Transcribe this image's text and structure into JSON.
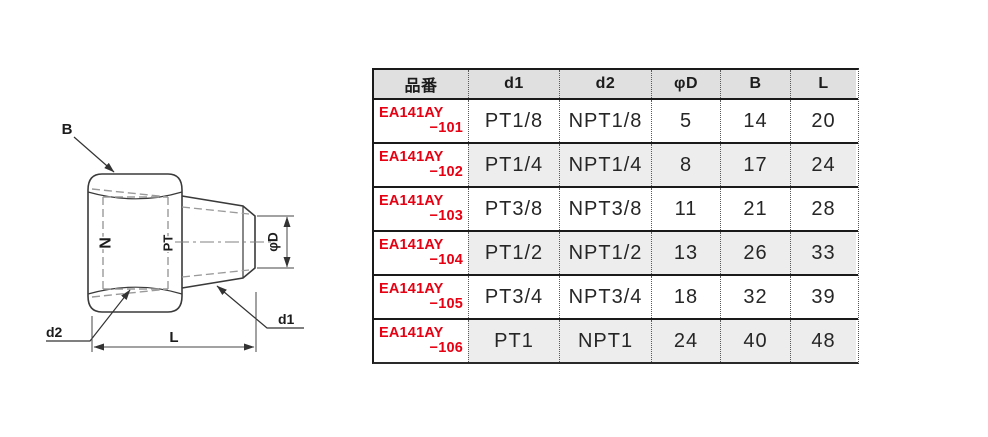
{
  "diagram": {
    "callout_b": "B",
    "marking_n": "N",
    "marking_pt": "PT",
    "dim_phi_d": "φD",
    "callout_d2": "d2",
    "callout_d1": "d1",
    "dim_l": "L"
  },
  "table": {
    "headers": [
      "品番",
      "d1",
      "d2",
      "φD",
      "B",
      "L"
    ],
    "rows": [
      {
        "part1": "EA141AY",
        "part2": "−101",
        "d1": "PT1/8",
        "d2": "NPT1/8",
        "phiD": "5",
        "b": "14",
        "l": "20"
      },
      {
        "part1": "EA141AY",
        "part2": "−102",
        "d1": "PT1/4",
        "d2": "NPT1/4",
        "phiD": "8",
        "b": "17",
        "l": "24"
      },
      {
        "part1": "EA141AY",
        "part2": "−103",
        "d1": "PT3/8",
        "d2": "NPT3/8",
        "phiD": "11",
        "b": "21",
        "l": "28"
      },
      {
        "part1": "EA141AY",
        "part2": "−104",
        "d1": "PT1/2",
        "d2": "NPT1/2",
        "phiD": "13",
        "b": "26",
        "l": "33"
      },
      {
        "part1": "EA141AY",
        "part2": "−105",
        "d1": "PT3/4",
        "d2": "NPT3/4",
        "phiD": "18",
        "b": "32",
        "l": "39"
      },
      {
        "part1": "EA141AY",
        "part2": "−106",
        "d1": "PT1",
        "d2": "NPT1",
        "phiD": "24",
        "b": "40",
        "l": "48"
      }
    ]
  },
  "colors": {
    "part_number_red": "#e60012",
    "header_bg": "#e0e0e0",
    "shaded_row_bg": "#ededed",
    "border_dark": "#1a1a1a"
  }
}
